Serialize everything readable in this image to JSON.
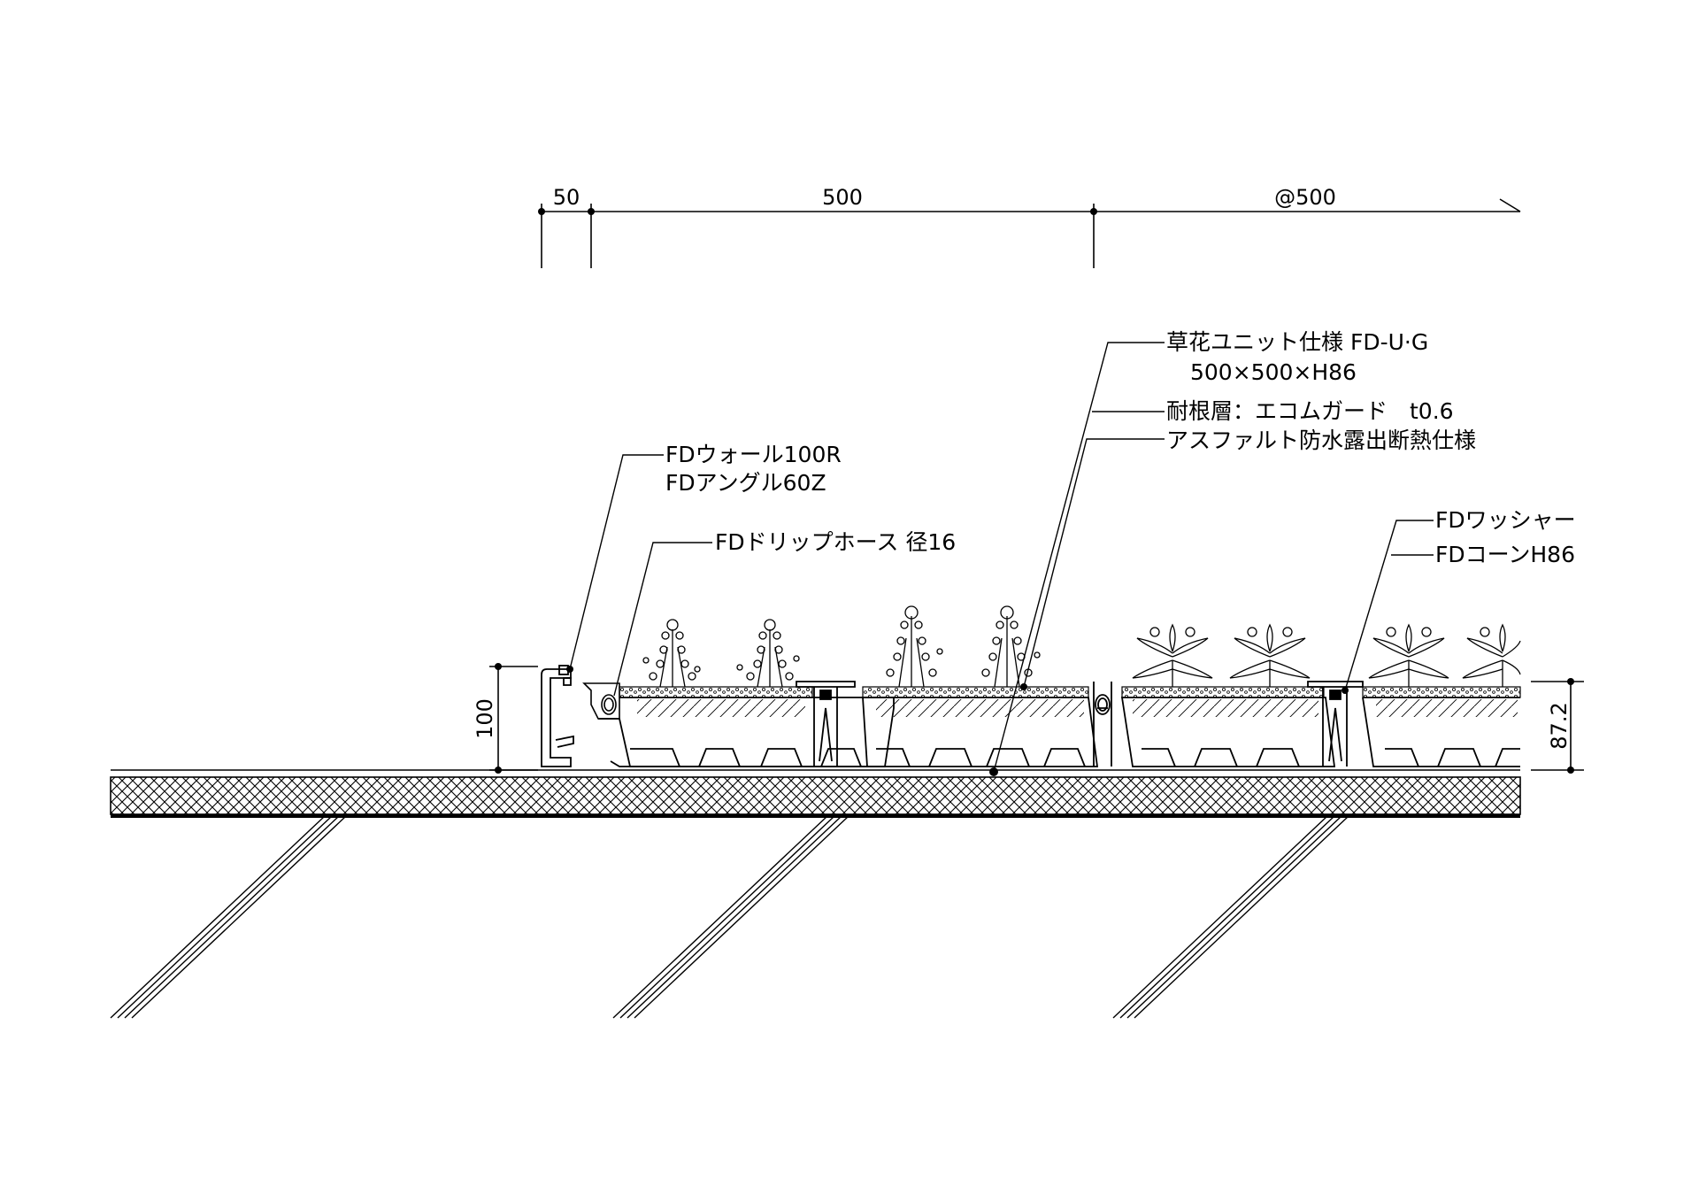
{
  "dimensions": {
    "top": [
      "50",
      "500",
      "@500"
    ],
    "left_height": "100",
    "right_height": "87.2"
  },
  "callouts": {
    "wall": [
      "FDウォール100R",
      "FDアングル60Z"
    ],
    "drip_hose": "FDドリップホース 径16",
    "unit_spec": [
      "草花ユニット仕様 FD-U·G",
      "500×500×H86"
    ],
    "root_barrier": "耐根層：エコムガード　t0.6",
    "waterproofing": "アスファルト防水露出断熱仕様",
    "washer": "FDワッシャー",
    "cone": "FDコーンH86"
  },
  "colors": {
    "line": "#000000",
    "background": "#ffffff"
  }
}
